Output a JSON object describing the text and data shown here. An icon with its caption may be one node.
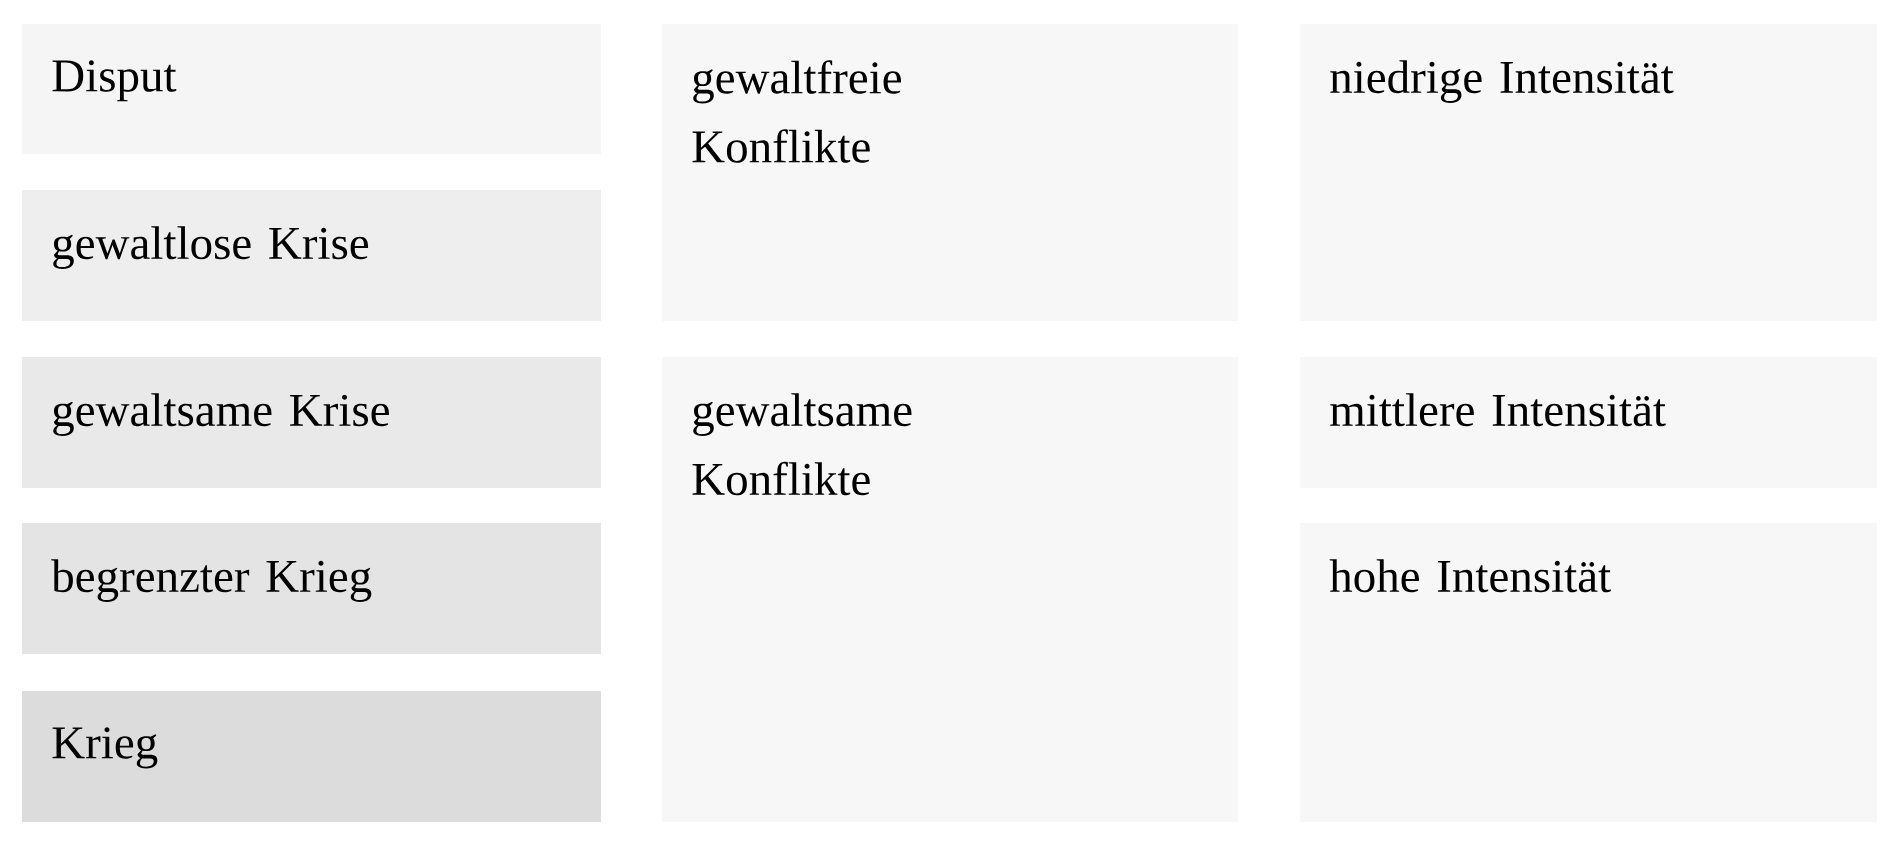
{
  "diagram": {
    "nodes": [
      {
        "text": [
          "Disput"
        ]
      },
      {
        "text": [
          "gewaltlose Krise"
        ]
      },
      {
        "text": [
          "gewaltsame Krise"
        ]
      },
      {
        "text": [
          "begrenzter Krieg"
        ]
      },
      {
        "text": [
          "Krieg"
        ]
      },
      {
        "text": [
          "gewaltfreie Konflikte"
        ]
      },
      {
        "text": [
          "gewaltsame Konflikte"
        ]
      },
      {
        "text": [
          "niedrige Intensität"
        ]
      },
      {
        "text": [
          "mittlere Intensität"
        ]
      },
      {
        "text": [
          "hohe Intensität"
        ]
      }
    ]
  }
}
